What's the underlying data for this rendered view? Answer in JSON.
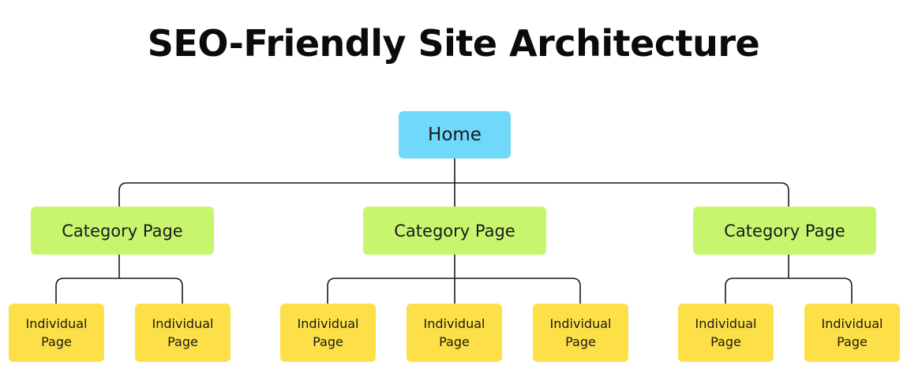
{
  "title": "SEO-Friendly Site Architecture",
  "colors": {
    "home": "#6fd8fb",
    "category": "#c8f56e",
    "page": "#fde047",
    "connector": "#1a1a1a"
  },
  "tree": {
    "home": {
      "label": "Home"
    },
    "categories": [
      {
        "label": "Category Page",
        "pages": [
          {
            "label": "Individual Page"
          },
          {
            "label": "Individual Page"
          }
        ]
      },
      {
        "label": "Category Page",
        "pages": [
          {
            "label": "Individual Page"
          },
          {
            "label": "Individual Page"
          },
          {
            "label": "Individual Page"
          }
        ]
      },
      {
        "label": "Category Page",
        "pages": [
          {
            "label": "Individual Page"
          },
          {
            "label": "Individual Page"
          }
        ]
      }
    ]
  }
}
